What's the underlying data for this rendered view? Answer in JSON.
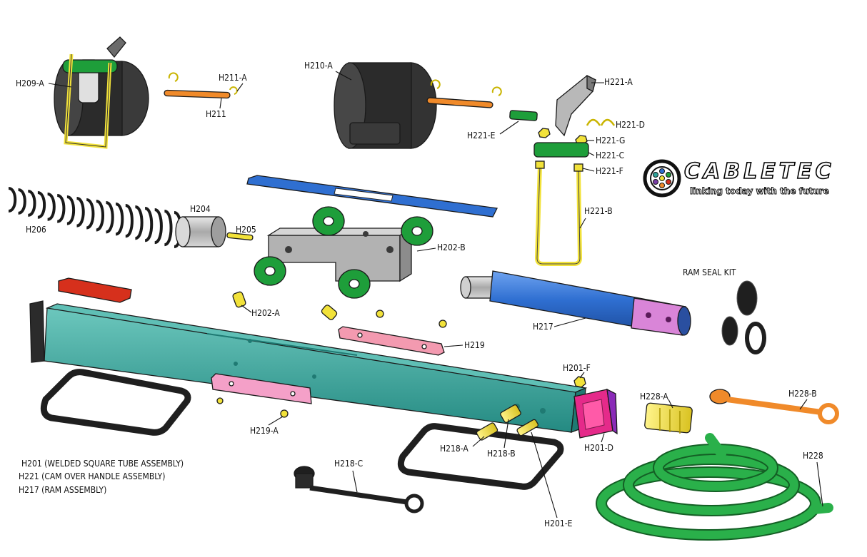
{
  "brand": {
    "name": "CABLETEC",
    "tagline": "linking today with the future"
  },
  "labels": {
    "h209a": "H209-A",
    "h211a": "H211-A",
    "h211": "H211",
    "h210a": "H210-A",
    "h221a": "H221-A",
    "h221d": "H221-D",
    "h221e": "H221-E",
    "h221g": "H221-G",
    "h221c": "H221-C",
    "h221f": "H221-F",
    "h221b": "H221-B",
    "h206": "H206",
    "h204": "H204",
    "h205": "H205",
    "h202b": "H202-B",
    "h202a": "H202-A",
    "ram_seal_kit": "RAM SEAL KIT",
    "h217": "H217",
    "h219": "H219",
    "h201f": "H201-F",
    "h228a": "H228-A",
    "h228b": "H228-B",
    "h219a": "H219-A",
    "h218a": "H218-A",
    "h218b": "H218-B",
    "h201d": "H201-D",
    "h218c": "H218-C",
    "h228": "H228",
    "h201e": "H201-E"
  },
  "legend": [
    "H201 (WELDED SQUARE TUBE ASSEMBLY)",
    "H221 (CAM OVER HANDLE ASSEMBLY)",
    "H217 (RAM ASSEMBLY)"
  ],
  "colors": {
    "tube": "#2fa39a",
    "black_part": "#2b2b2b",
    "green": "#1e9e3a",
    "yellow": "#f2e23a",
    "orange": "#f08a2a",
    "blue": "#2f6fd1",
    "pink": "#f39ab0",
    "magenta": "#e52a8a",
    "red": "#d6301c",
    "steel": "#b9b9b9",
    "hose": "#22a03a"
  }
}
